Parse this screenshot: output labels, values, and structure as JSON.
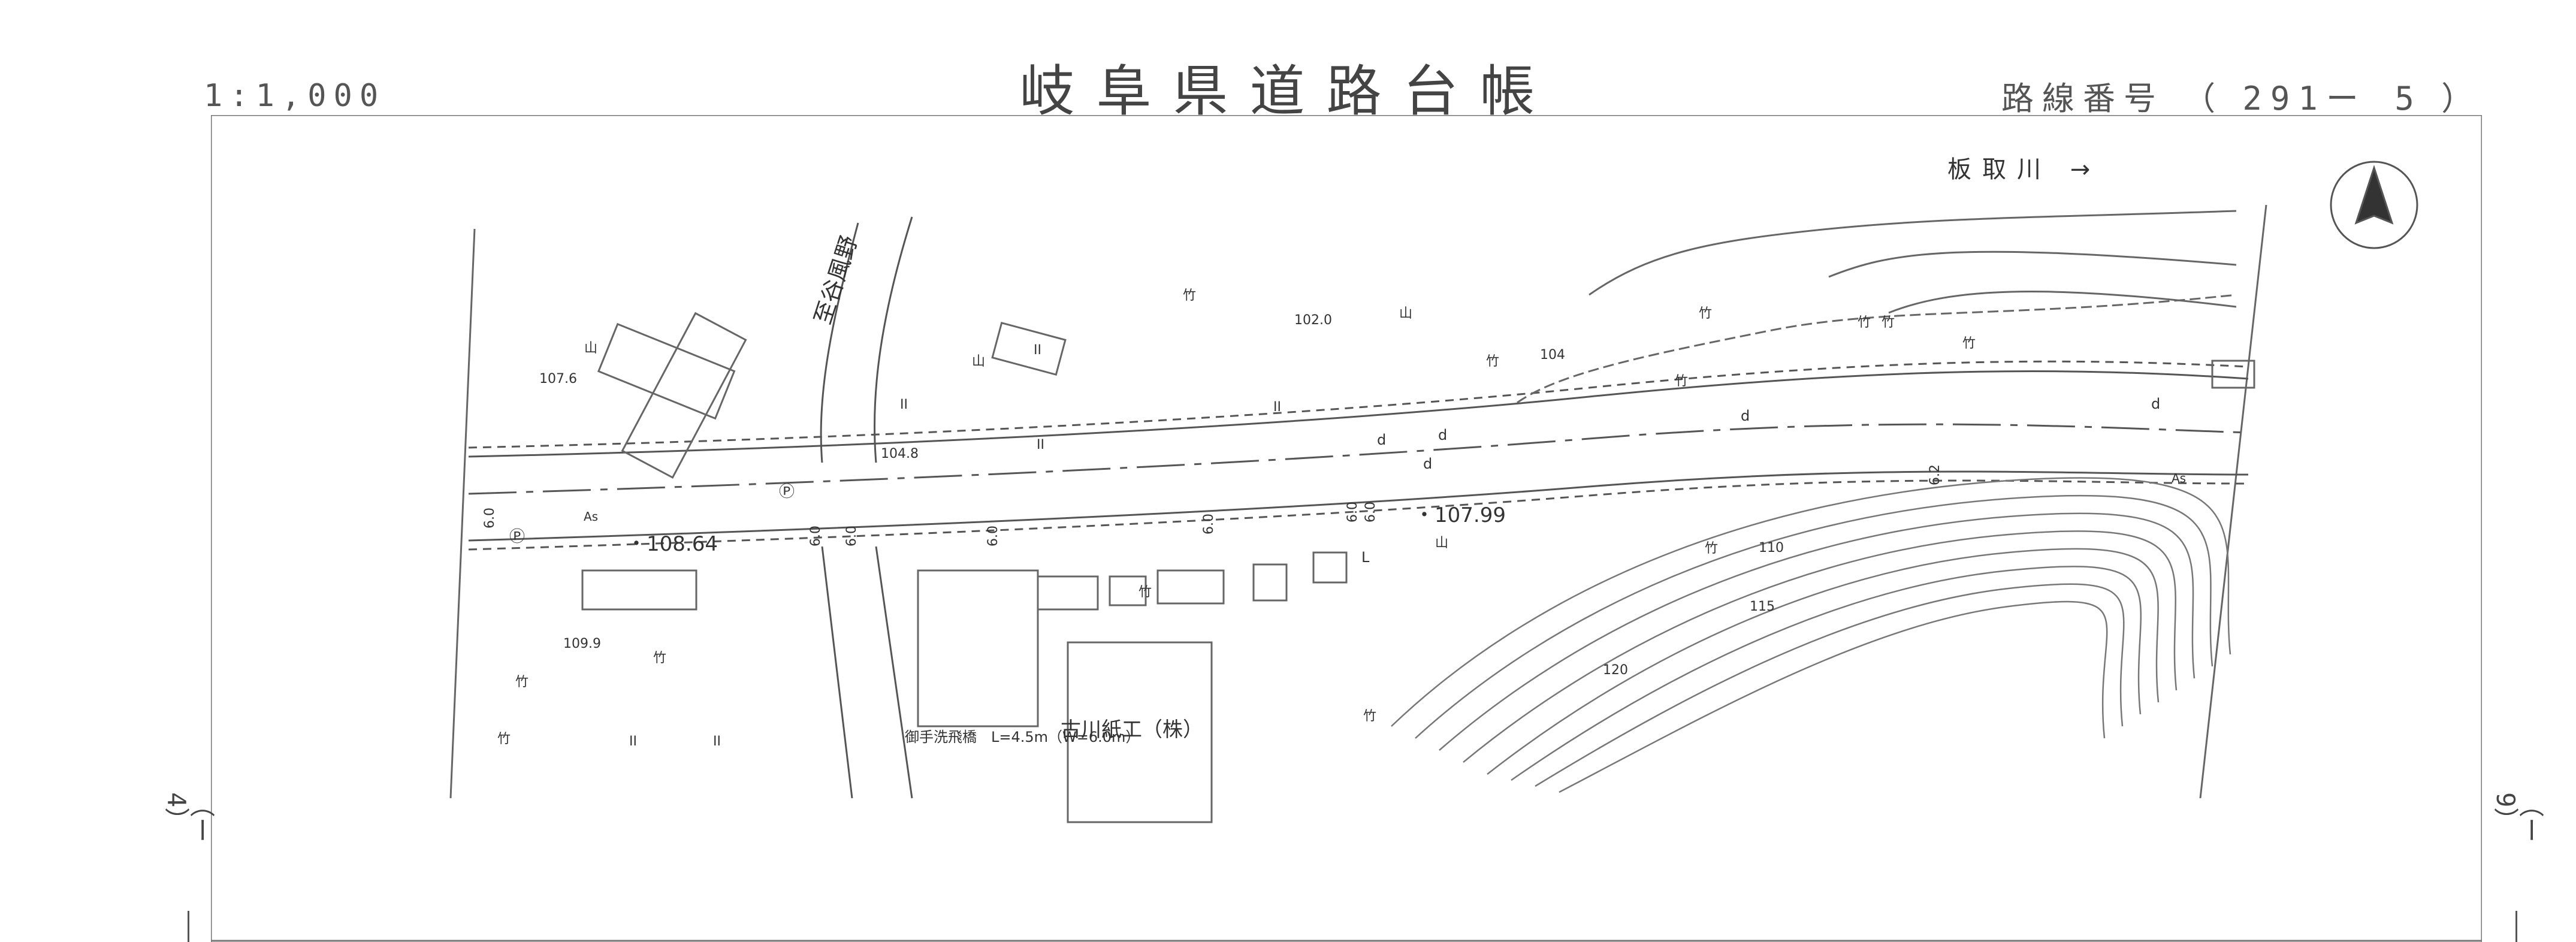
{
  "header": {
    "title": "岐阜県道路台帳",
    "scale": "1:1,000",
    "route_label": "路線番号",
    "route_number": "291ー 5"
  },
  "map": {
    "river_label": "板取川",
    "river_arrow": "→",
    "north_arrow": "north-arrow-icon",
    "branch_road_label": "至谷風野",
    "factory_label": "古川紙工（株）",
    "bridge_label": "御手洗飛橋　L=4.5m（W=6.0m）",
    "elevation_main_1": "・108.64",
    "elevation_main_2": "・107.99",
    "elevation_1076": "107.6",
    "elevation_1048": "104.8",
    "elevation_1020": "102.0",
    "elevation_1099": "109.9",
    "elevation_104": "104",
    "contour_110": "110",
    "contour_115": "115",
    "contour_120": "120",
    "road_width_labels": [
      "6.0",
      "6.0",
      "6.0",
      "6.0",
      "6.0",
      "6.0",
      "6.0",
      "6.2"
    ],
    "pavement_labels": [
      "As",
      "As"
    ],
    "land_use_symbols": [
      "山",
      "山",
      "山",
      "山",
      "竹",
      "竹",
      "竹",
      "竹",
      "竹",
      "竹",
      "竹",
      "竹",
      "竹",
      "竹",
      "竹",
      "竹",
      "竹"
    ],
    "field_symbols": [
      "II",
      "II",
      "II",
      "II",
      "II",
      "II"
    ],
    "ditch_labels": [
      "d",
      "d",
      "d",
      "d",
      "d",
      "L"
    ],
    "nursery_symbols": [
      "Ⓟ",
      "Ⓟ"
    ]
  },
  "margins": {
    "left_page_mark": "（ー4）",
    "right_page_mark": "（ー9）"
  }
}
